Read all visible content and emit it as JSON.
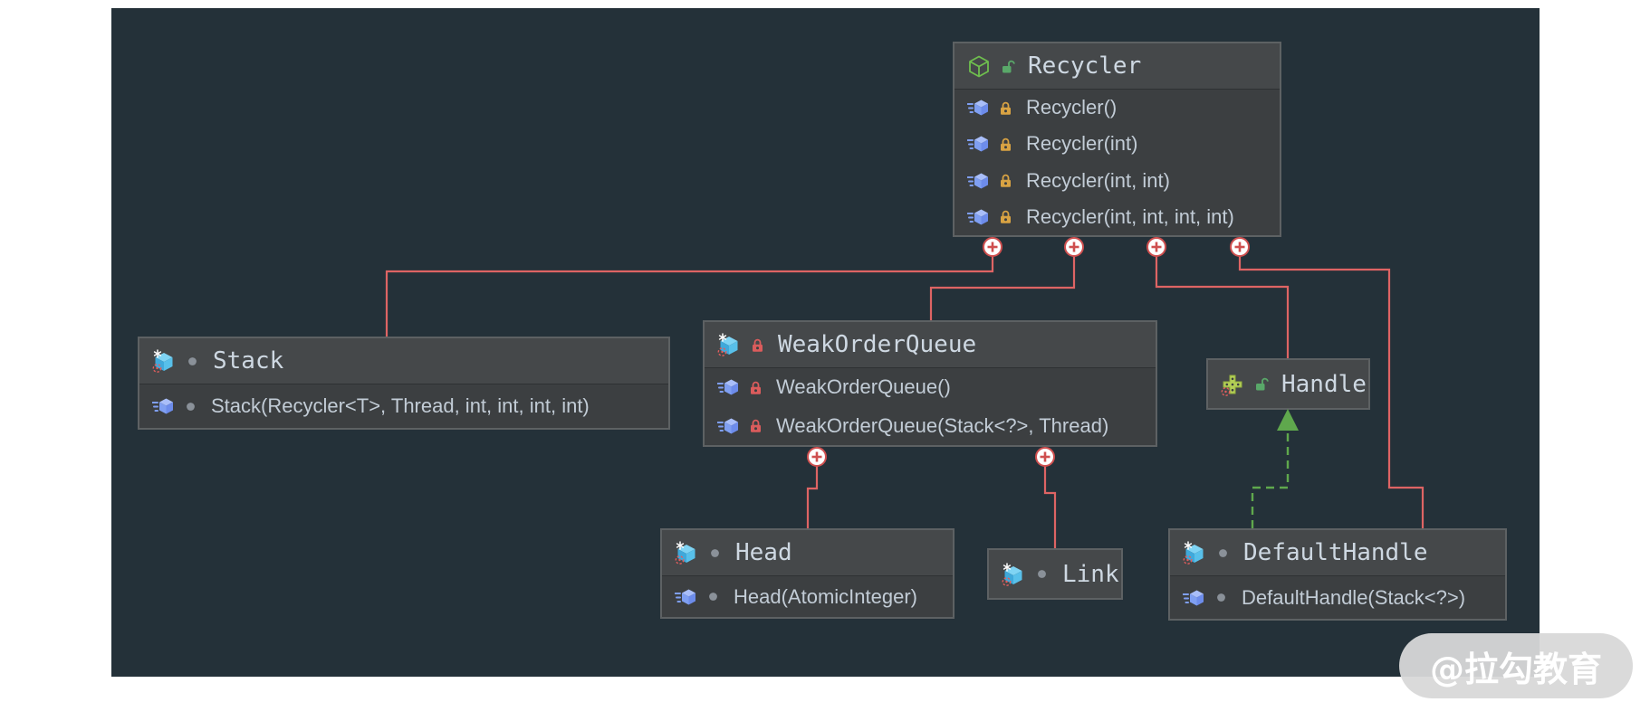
{
  "watermark": {
    "text": "@拉勾教育"
  },
  "colors": {
    "canvas_background": "#243139",
    "node_background": "#3c3f41",
    "node_header_background": "#45484a",
    "node_border": "#5d6163",
    "association_edge": "#de6464",
    "realization_edge": "#5fa84d",
    "title_text": "#ced8e2",
    "member_text": "#c2ccd6"
  },
  "diagram": {
    "nodes": [
      {
        "id": "Recycler",
        "kind": "class",
        "title": "Recycler",
        "title_icon": "class-cube-green-icon",
        "visibility_icon": "lock-open-green",
        "members": [
          {
            "label": "Recycler()",
            "icon": "method-icon",
            "visibility_icon": "lock-closed-yellow"
          },
          {
            "label": "Recycler(int)",
            "icon": "method-icon",
            "visibility_icon": "lock-closed-yellow"
          },
          {
            "label": "Recycler(int, int)",
            "icon": "method-icon",
            "visibility_icon": "lock-closed-yellow"
          },
          {
            "label": "Recycler(int, int, int, int)",
            "icon": "method-icon",
            "visibility_icon": "lock-closed-yellow"
          }
        ]
      },
      {
        "id": "Stack",
        "kind": "final-class",
        "title": "Stack",
        "title_icon": "class-cube-blue-final-icon",
        "visibility_icon": "dot-gray",
        "members": [
          {
            "label": "Stack(Recycler<T>, Thread, int, int, int, int)",
            "icon": "method-icon",
            "visibility_icon": "dot-gray"
          }
        ]
      },
      {
        "id": "WeakOrderQueue",
        "kind": "final-class",
        "title": "WeakOrderQueue",
        "title_icon": "class-cube-blue-final-icon",
        "visibility_icon": "lock-closed-red",
        "members": [
          {
            "label": "WeakOrderQueue()",
            "icon": "method-icon",
            "visibility_icon": "lock-closed-red"
          },
          {
            "label": "WeakOrderQueue(Stack<?>, Thread)",
            "icon": "method-icon",
            "visibility_icon": "lock-closed-red"
          }
        ]
      },
      {
        "id": "Head",
        "kind": "final-class",
        "title": "Head",
        "title_icon": "class-cube-blue-final-icon",
        "visibility_icon": "dot-gray",
        "members": [
          {
            "label": "Head(AtomicInteger)",
            "icon": "method-icon",
            "visibility_icon": "dot-gray"
          }
        ]
      },
      {
        "id": "Link",
        "kind": "final-class",
        "title": "Link",
        "title_icon": "class-cube-blue-final-icon",
        "visibility_icon": "dot-gray",
        "members": []
      },
      {
        "id": "Handle",
        "kind": "interface",
        "title": "Handle",
        "title_icon": "interface-green-icon",
        "visibility_icon": "lock-open-green",
        "members": []
      },
      {
        "id": "DefaultHandle",
        "kind": "final-class",
        "title": "DefaultHandle",
        "title_icon": "class-cube-blue-final-icon",
        "visibility_icon": "dot-gray",
        "members": [
          {
            "label": "DefaultHandle(Stack<?>)",
            "icon": "method-icon",
            "visibility_icon": "dot-gray"
          }
        ]
      }
    ],
    "edges": [
      {
        "from": "Recycler",
        "to": "Stack",
        "type": "association",
        "marker": "plus-circle"
      },
      {
        "from": "Recycler",
        "to": "WeakOrderQueue",
        "type": "association",
        "marker": "plus-circle"
      },
      {
        "from": "Recycler",
        "to": "Handle",
        "type": "association",
        "marker": "plus-circle"
      },
      {
        "from": "Recycler",
        "to": "DefaultHandle",
        "type": "association",
        "marker": "plus-circle"
      },
      {
        "from": "WeakOrderQueue",
        "to": "Head",
        "type": "association",
        "marker": "plus-circle"
      },
      {
        "from": "WeakOrderQueue",
        "to": "Link",
        "type": "association",
        "marker": "plus-circle"
      },
      {
        "from": "DefaultHandle",
        "to": "Handle",
        "type": "realization-dashed",
        "marker": "hollow-triangle"
      }
    ]
  }
}
